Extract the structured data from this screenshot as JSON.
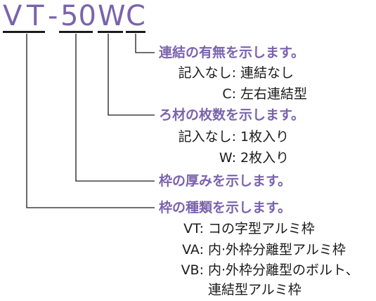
{
  "model_code": {
    "chars": [
      "V",
      "T",
      "-",
      "50",
      "W",
      "C"
    ]
  },
  "sections": [
    {
      "heading": "連結の有無を示します。",
      "options": [
        {
          "key": "記入なし:",
          "value": "連結なし"
        },
        {
          "key": "C:",
          "value": "左右連結型"
        }
      ]
    },
    {
      "heading": "ろ材の枚数を示します。",
      "options": [
        {
          "key": "記入なし:",
          "value": "1枚入り"
        },
        {
          "key": "W:",
          "value": "2枚入り"
        }
      ]
    },
    {
      "heading": "枠の厚みを示します。",
      "options": []
    },
    {
      "heading": "枠の種類を示します。",
      "options": [
        {
          "key": "VT:",
          "value": "コの字型アルミ枠"
        },
        {
          "key": "VA:",
          "value": "内·外枠分離型アルミ枠"
        },
        {
          "key": "VB:",
          "value": "内·外枠分離型のボルト、"
        },
        {
          "key": "",
          "value": "連結型アルミ枠"
        }
      ]
    }
  ],
  "colors": {
    "accent": "#7a63ad",
    "text": "#1a1a1a",
    "line": "#1a1a1a"
  }
}
